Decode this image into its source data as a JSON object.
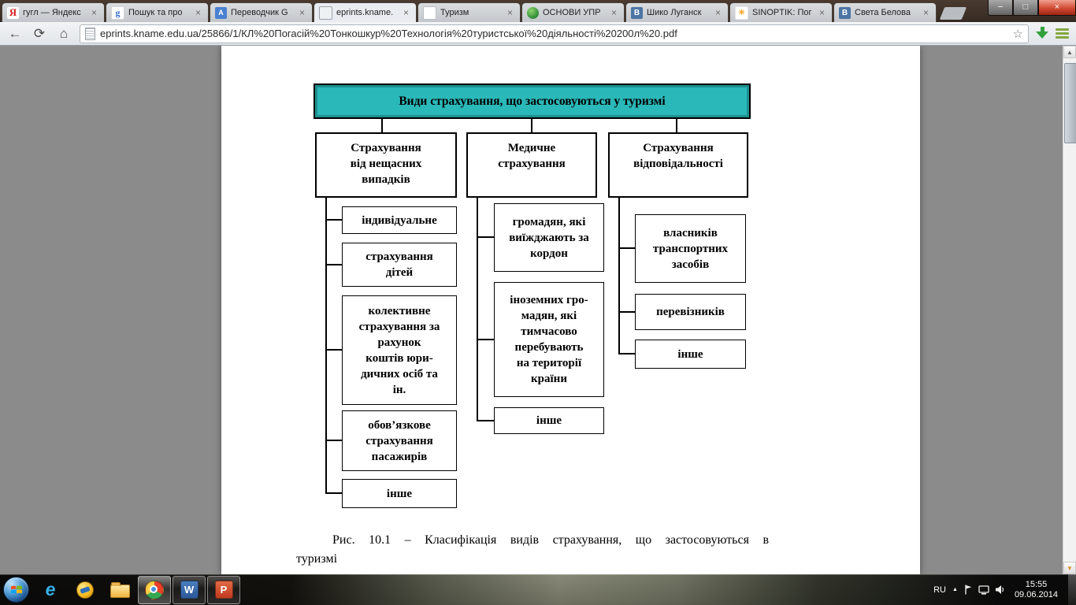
{
  "window": {
    "minimize_icon": "−",
    "maximize_icon": "□",
    "close_icon": "×"
  },
  "browser": {
    "tabs": [
      {
        "title": "гугл — Яндекс",
        "fav_glyph": "Я"
      },
      {
        "title": "Пошук та про",
        "fav_glyph": "g"
      },
      {
        "title": "Переводчик G",
        "fav_glyph": "A"
      },
      {
        "title": "eprints.kname.",
        "fav_glyph": ""
      },
      {
        "title": "Туризм",
        "fav_glyph": ""
      },
      {
        "title": "ОСНОВИ УПР",
        "fav_glyph": ""
      },
      {
        "title": "Шико Луганск",
        "fav_glyph": "В"
      },
      {
        "title": "SINOPTIK: Пог",
        "fav_glyph": "☀"
      },
      {
        "title": "Света Белова",
        "fav_glyph": "В"
      }
    ],
    "tab_close_icon": "×",
    "toolbar": {
      "back_icon": "←",
      "reload_icon": "⟳",
      "home_icon": "⌂",
      "bookmark_star_icon": "☆",
      "url": "eprints.kname.edu.ua/25866/1/КЛ%20Погасій%20Тонкошкур%20Технологія%20туристської%20діяльності%20200л%20.pdf"
    }
  },
  "scrollbar": {
    "up_icon": "▲",
    "down_icon": "▼"
  },
  "document": {
    "root_box": "Види страхування, що застосовуються у туризмі",
    "columns": [
      {
        "header": "Страхування\nвід нещасних\nвипадків",
        "items": [
          "індивідуальне",
          "страхування\nдітей",
          "колективне\nстрахування за\nрахунок\nкоштів юри-\nдичних осіб та\nін.",
          "обов’язкове\nстрахування\nпасажирів",
          "інше"
        ]
      },
      {
        "header": "Медичне\nстрахування",
        "items": [
          "громадян, які\nвиїжджають за\nкордон",
          "іноземних гро-\nмадян, які\nтимчасово\nперебувають\nна території\nкраїни",
          "інше"
        ]
      },
      {
        "header": "Страхування\nвідповідальності",
        "items": [
          "власників\nтранспортних\nзасобів",
          "перевізників",
          "інше"
        ]
      }
    ],
    "caption_line1": "Рис. 10.1 – Класифікація видів страхування, що застосовуються в",
    "caption_line2": "туризмі"
  },
  "taskbar": {
    "ie_icon": "e",
    "word_icon": "W",
    "powerpoint_icon": "P",
    "language": "RU",
    "hidden_icons_arrow": "▲",
    "time": "15:55",
    "date": "09.06.2014"
  }
}
